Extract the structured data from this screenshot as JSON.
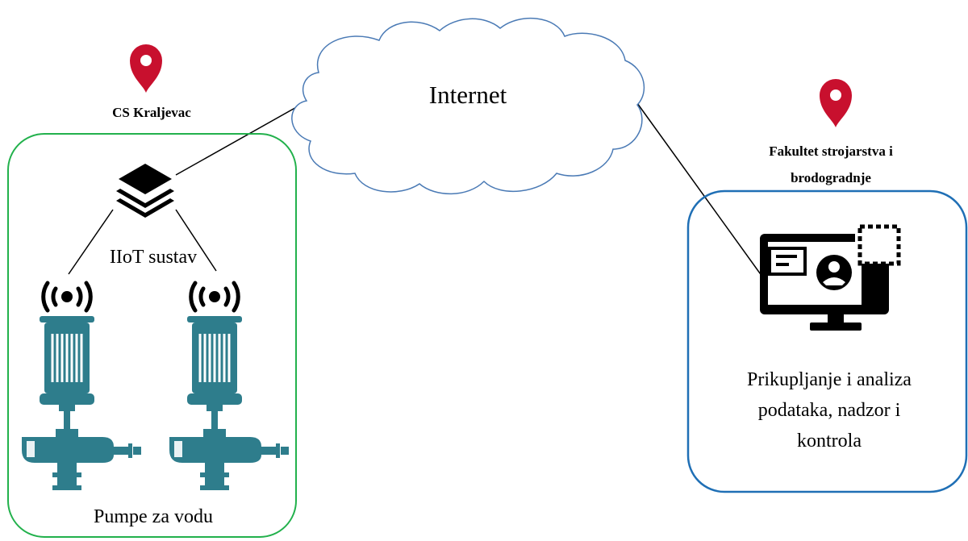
{
  "cloud": {
    "label": "Internet"
  },
  "site_left": {
    "title": "CS Kraljevac",
    "iiot_label": "IIoT sustav",
    "pumps_label": "Pumpe za vodu",
    "border_color": "#22b14c"
  },
  "site_right": {
    "title_line1": "Fakultet strojarstva i",
    "title_line2": "brodogradnje",
    "desc_line1": "Prikupljanje i analiza",
    "desc_line2": "podataka, nadzor i",
    "desc_line3": "kontrola",
    "border_color": "#1f6fb5"
  },
  "colors": {
    "pin": "#c8102e",
    "pump": "#2e7d8c",
    "cloud_stroke": "#4a7ab5",
    "line": "#000000"
  },
  "icons": [
    "location-pin-icon",
    "layers-stack-icon",
    "wireless-signal-icon",
    "water-pump-icon",
    "monitor-user-icon"
  ]
}
